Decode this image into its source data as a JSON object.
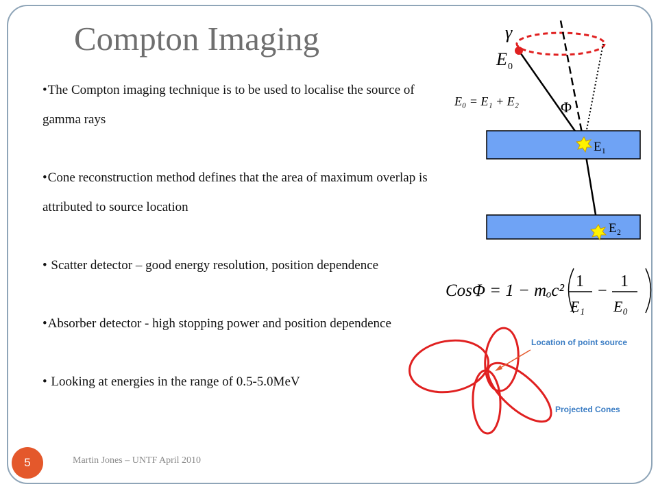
{
  "slide": {
    "title": "Compton Imaging",
    "bullets": [
      "The Compton imaging technique is to be used to localise the source of gamma rays",
      "Cone reconstruction method defines that the area of maximum overlap is attributed to source location",
      " Scatter detector – good energy resolution, position dependence",
      "Absorber detector - high stopping power and position dependence",
      " Looking at energies in the range of 0.5-5.0MeV"
    ],
    "footer": "Martin Jones – UNTF April 2010",
    "page_number": "5"
  },
  "diagram": {
    "gamma": "γ",
    "e0_main": "E",
    "e0_sub": "0",
    "energy_eq": "E₀ = E₁ + E₂",
    "phi": "Φ",
    "e1": "E₁",
    "e2": "E₂",
    "cos_formula_lhs": "CosΦ = 1 − mₒc²",
    "one": "1",
    "e1_den": "E₁",
    "e0_den": "E₀",
    "label_point_source": "Location of point source",
    "label_cones": "Projected Cones",
    "colors": {
      "detector": "#6fa3f5",
      "cone": "#e02020",
      "label": "#3b7dc4",
      "accent": "#e4582b"
    }
  }
}
